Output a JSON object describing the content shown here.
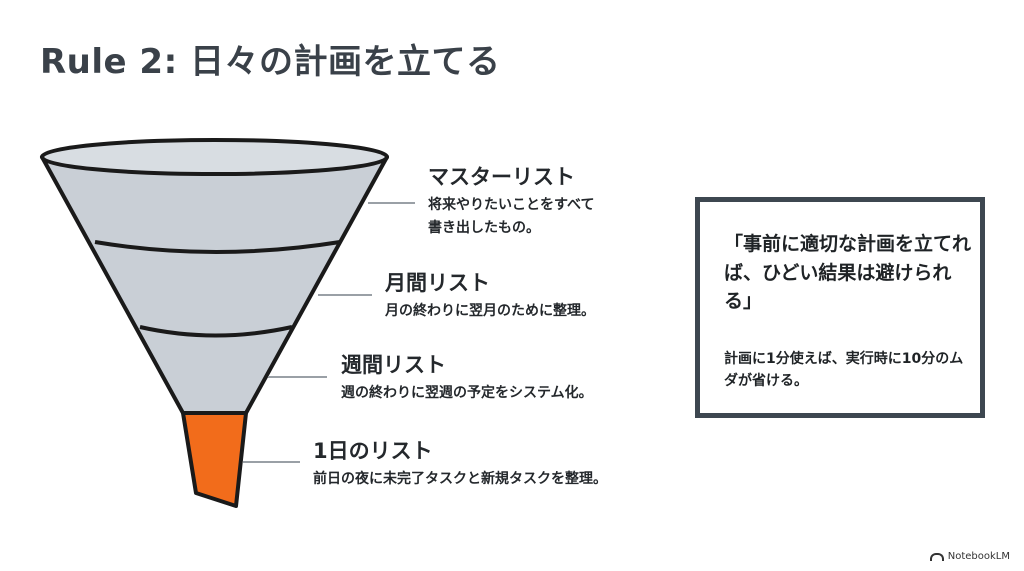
{
  "title": "Rule 2: 日々の計画を立てる",
  "colors": {
    "funnel_fill": "#c9cfd6",
    "funnel_outline": "#1a1a1a",
    "spout_fill": "#f26c1b",
    "text": "#24282c",
    "box_border": "#3d4750"
  },
  "funnel_levels": [
    {
      "title": "マスターリスト",
      "desc_lines": [
        "将来やりたいことをすべて",
        "書き出したもの。"
      ]
    },
    {
      "title": "月間リスト",
      "desc_lines": [
        "月の終わりに翌月のために整理。"
      ]
    },
    {
      "title": "週間リスト",
      "desc_lines": [
        "週の終わりに翌週の予定をシステム化。"
      ]
    },
    {
      "title": "1日のリスト",
      "desc_lines": [
        "前日の夜に未完了タスクと新規タスクを整理。"
      ]
    }
  ],
  "quote": {
    "text": "「事前に適切な計画を立てれば、ひどい結果は避けられる」",
    "subtext": "計画に1分使えば、実行時に10分のムダが省ける。"
  },
  "watermark": {
    "label": "NotebookLM",
    "icon": "notebooklm-logo-icon"
  }
}
